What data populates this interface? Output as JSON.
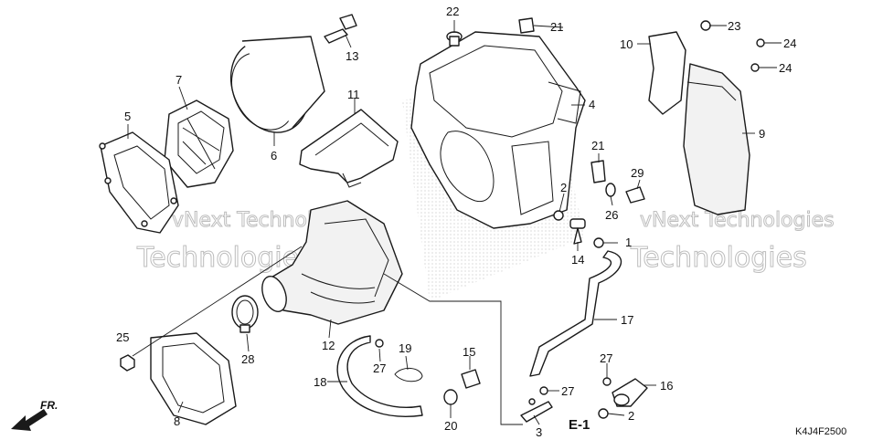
{
  "diagram_code": "K4J4F2500",
  "section_ref": "E-1",
  "front_marker": "FR.",
  "watermark": {
    "line1": "vNext Technologies",
    "line2": "Technologies"
  },
  "callouts": [
    "1",
    "2",
    "2",
    "3",
    "4",
    "5",
    "6",
    "7",
    "8",
    "9",
    "10",
    "11",
    "12",
    "13",
    "14",
    "15",
    "16",
    "17",
    "18",
    "19",
    "20",
    "21",
    "21",
    "22",
    "23",
    "24",
    "24",
    "25",
    "26",
    "27",
    "27",
    "27",
    "28",
    "29"
  ],
  "colors": {
    "line": "#1a1a1a",
    "watermark": "#bdbdbd",
    "background": "#ffffff"
  }
}
